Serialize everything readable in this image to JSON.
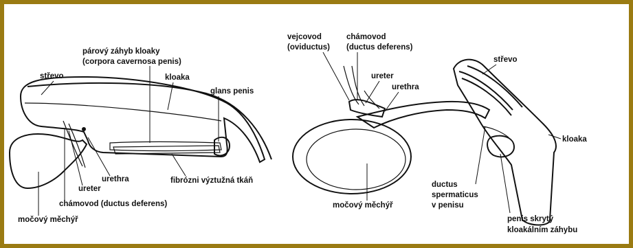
{
  "colors": {
    "frame": "#9a7b12",
    "ink": "#111111",
    "fill": "#cfcfcf"
  },
  "left_diagram": {
    "labels": {
      "strevo": "střevo",
      "parovy_1": "párový záhyb kloaky",
      "parovy_2": "(corpora cavernosa penis)",
      "kloaka": "kloaka",
      "glans": "glans penis",
      "urethra": "urethra",
      "ureter": "ureter",
      "fibrozni": "fibrózni výztužná tkáň",
      "chamovod": "chámovod (ductus deferens)",
      "mocovy": "močový měchýř"
    }
  },
  "right_diagram": {
    "labels": {
      "vejcovod_1": "vejcovod",
      "vejcovod_2": "(oviductus)",
      "chamovod_1": "chámovod",
      "chamovod_2": "(ductus deferens)",
      "ureter": "ureter",
      "urethra": "urethra",
      "strevo": "střevo",
      "kloaka": "kloaka",
      "ductus_1": "ductus",
      "ductus_2": "spermaticus",
      "ductus_3": "v penisu",
      "mocovy": "močový měchýř",
      "penis_1": "penis skrytý",
      "penis_2": "kloakálním záhybu"
    }
  }
}
